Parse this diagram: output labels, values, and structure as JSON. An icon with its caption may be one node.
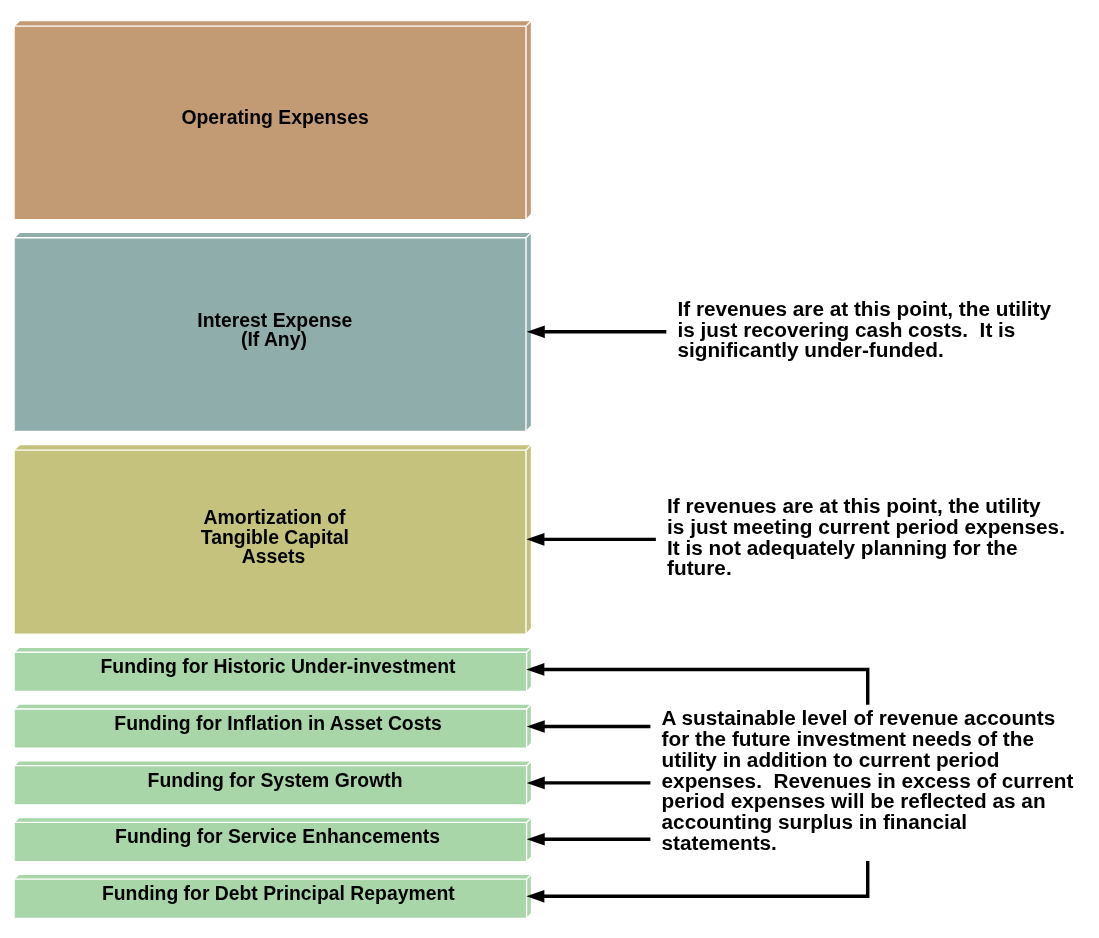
{
  "diagram": {
    "nodes": [
      {
        "text": [
          "Funding for Historic Under-investment"
        ]
      },
      {
        "text": [
          "Funding for Inflation in Asset Costs"
        ]
      },
      {
        "text": [
          "Funding for System Growth"
        ]
      },
      {
        "text": [
          "Funding for Service Enhancements"
        ]
      },
      {
        "text": [
          "Funding for Debt Principal Repayment"
        ]
      },
      {
        "text": [
          "Amortization of Tangible Capital Assets"
        ]
      },
      {
        "text": [
          "Interest Expense (If Any)"
        ]
      },
      {
        "text": [
          "Operating Expenses"
        ]
      },
      {
        "text": [
          "A sustainable level of revenue accounts for the future investment needs of the utility in addition to current period expenses.  Revenues in excess of current period expenses will be reflected as an accounting surplus in financial statements."
        ]
      },
      {
        "text": [
          "If revenues are at this point, the utility is just meeting current period expenses.  It is not adequately planning for the future."
        ]
      },
      {
        "text": [
          "If revenues are at this point, the utility is just recovering cash costs.  It is significantly under-funded."
        ]
      }
    ],
    "edges": [
      {
        "from": 8,
        "to": 0,
        "arrow": "to"
      },
      {
        "from": 8,
        "to": 1,
        "arrow": "to"
      },
      {
        "from": 8,
        "to": 2,
        "arrow": "to"
      },
      {
        "from": 8,
        "to": 3,
        "arrow": "to"
      },
      {
        "from": 8,
        "to": 4,
        "arrow": "to"
      },
      {
        "from": 9,
        "to": 5,
        "arrow": "to"
      },
      {
        "from": 10,
        "to": 6,
        "arrow": "to"
      }
    ]
  }
}
